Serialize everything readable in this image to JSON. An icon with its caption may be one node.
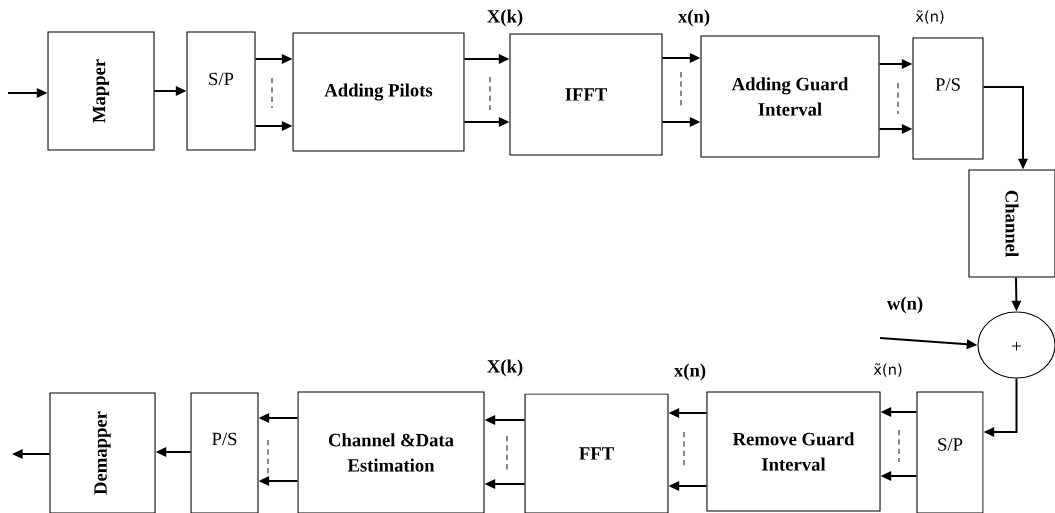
{
  "diagram": {
    "nodes": [
      {
        "text": [
          "Mapper"
        ]
      },
      {
        "text": [
          "S/P"
        ]
      },
      {
        "text": [
          "Adding Pilots"
        ]
      },
      {
        "text": [
          "IFFT"
        ]
      },
      {
        "text": [
          "Adding Guard Interval"
        ]
      },
      {
        "text": [
          "P/S"
        ]
      },
      {
        "text": [
          "Channel"
        ]
      },
      {
        "text": [
          "+"
        ]
      },
      {
        "text": [
          "S/P"
        ]
      },
      {
        "text": [
          "Remove Guard Interval"
        ]
      },
      {
        "text": [
          "FFT"
        ]
      },
      {
        "text": [
          "Channel &Data Estimation"
        ]
      },
      {
        "text": [
          "P/S"
        ]
      },
      {
        "text": [
          "Demapper"
        ]
      }
    ],
    "edges": [
      {
        "from": null,
        "to": 0,
        "arrow": "to"
      },
      {
        "from": 0,
        "to": 1,
        "arrow": "to"
      },
      {
        "from": 1,
        "to": 2,
        "arrow": "to"
      },
      {
        "from": 1,
        "to": 2,
        "arrow": "to"
      },
      {
        "from": 2,
        "to": 3,
        "arrow": "to"
      },
      {
        "from": 2,
        "to": 3,
        "arrow": "to"
      },
      {
        "from": 3,
        "to": 4,
        "arrow": "to"
      },
      {
        "from": 3,
        "to": 4,
        "arrow": "to"
      },
      {
        "from": 4,
        "to": 5,
        "arrow": "to"
      },
      {
        "from": 4,
        "to": 5,
        "arrow": "to"
      },
      {
        "from": 5,
        "to": 6,
        "arrow": "to"
      },
      {
        "from": 6,
        "to": 7,
        "arrow": "to"
      },
      {
        "from": null,
        "to": 7,
        "arrow": "to",
        "label": "w(n)"
      },
      {
        "from": 7,
        "to": 8,
        "arrow": "to"
      },
      {
        "from": 8,
        "to": 9,
        "arrow": "to"
      },
      {
        "from": 8,
        "to": 9,
        "arrow": "to"
      },
      {
        "from": 9,
        "to": 10,
        "arrow": "to"
      },
      {
        "from": 9,
        "to": 10,
        "arrow": "to"
      },
      {
        "from": 10,
        "to": 11,
        "arrow": "to"
      },
      {
        "from": 10,
        "to": 11,
        "arrow": "to"
      },
      {
        "from": 11,
        "to": 12,
        "arrow": "to"
      },
      {
        "from": 11,
        "to": 12,
        "arrow": "to"
      },
      {
        "from": 12,
        "to": 13,
        "arrow": "to"
      },
      {
        "from": 13,
        "to": null,
        "arrow": "to"
      }
    ],
    "labels": [
      "X(k)",
      "x(n)",
      "x̃(n)",
      "X(k)",
      "x(n)",
      "x̃(n)"
    ]
  }
}
